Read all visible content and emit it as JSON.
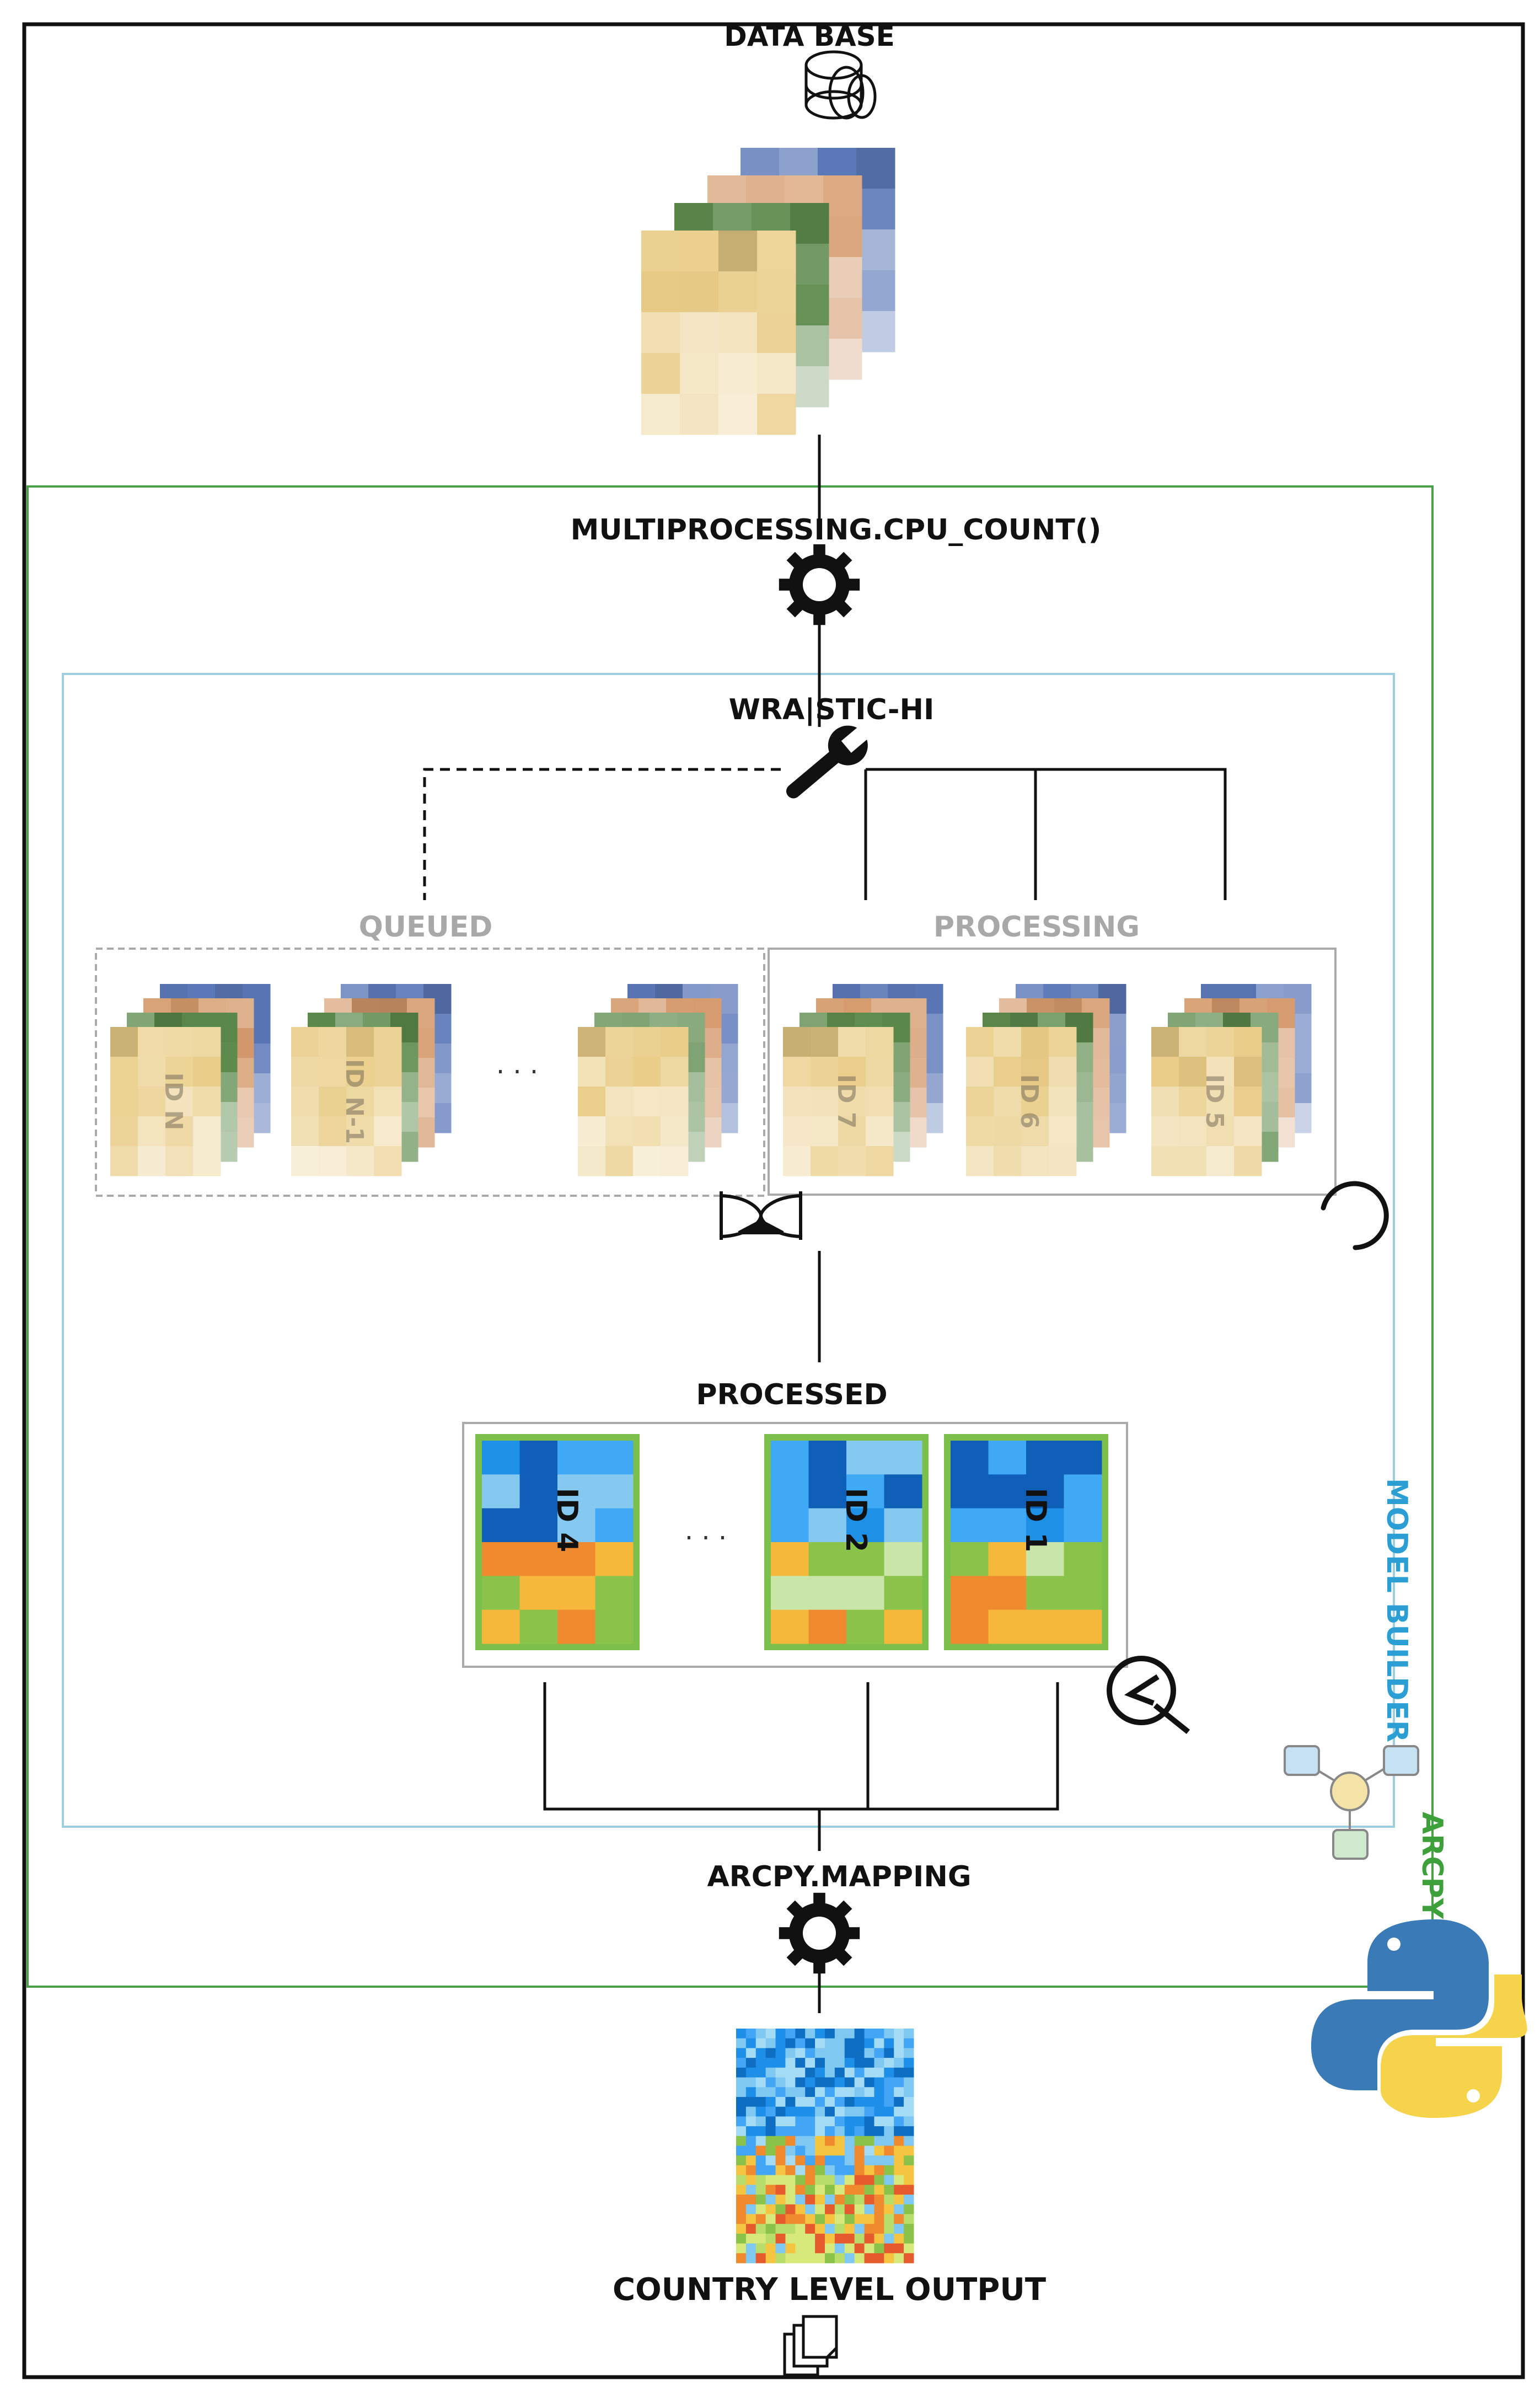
{
  "labels": {
    "database": "DATA BASE",
    "cpu_count": "MULTIPROCESSING.CPU_COUNT()",
    "wrastic": "WRA|STIC-HI",
    "queued": "QUEUED",
    "processing": "PROCESSING",
    "processed": "PROCESSED",
    "mapping": "ARCPY.MAPPING",
    "country_output": "COUNTRY LEVEL OUTPUT",
    "model_builder": "MODEL BUILDER",
    "arcpy": "ARCPY"
  },
  "queued_tiles": [
    {
      "id_label": "ID N"
    },
    {
      "id_label": "ID N-1"
    },
    {
      "id_label": ""
    }
  ],
  "processing_tiles": [
    {
      "id_label": "ID 7"
    },
    {
      "id_label": "ID 6"
    },
    {
      "id_label": "ID 5"
    }
  ],
  "processed_tiles": [
    {
      "id_label": "ID 4"
    },
    {
      "id_label": "ID 2"
    },
    {
      "id_label": "ID 1"
    }
  ],
  "ellipsis": "· · ·",
  "colors": {
    "arcpy_box": "#4aa04a",
    "model_builder_box": "#9ecfe0",
    "model_builder_text": "#2b9fd4",
    "arcpy_text": "#3ea03a",
    "gray_label": "#a8a8a8",
    "tile_yellow": "#e9cc86",
    "tile_green": "#5c8a4c",
    "tile_orange": "#d59a6c",
    "tile_blue": "#5b78b8"
  },
  "icons": [
    "database-icon",
    "gear-icon",
    "wrench-icon",
    "hourglass-icon",
    "loading-icon",
    "done-icon",
    "model-builder-icon",
    "python-icon",
    "copy-icon"
  ]
}
